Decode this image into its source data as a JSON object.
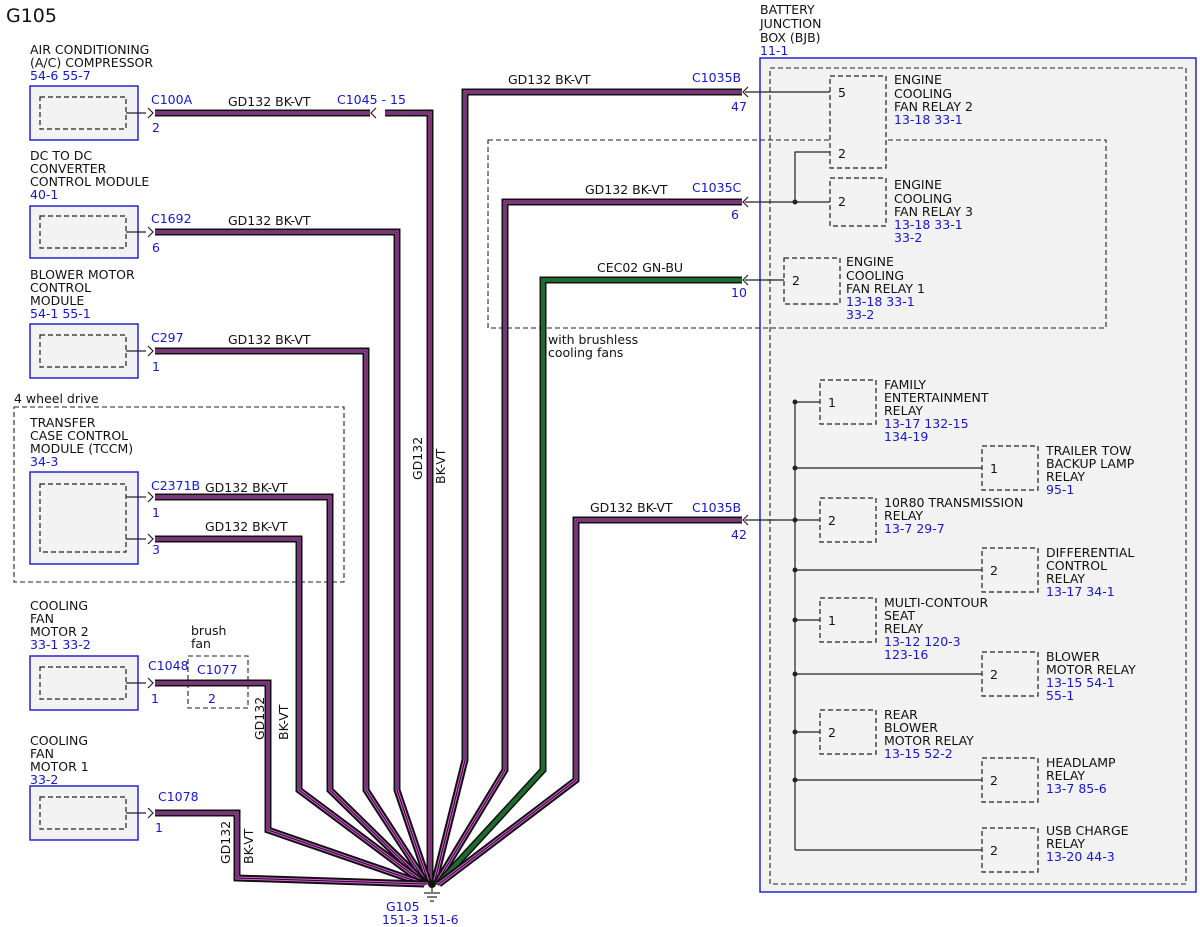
{
  "title": "G105",
  "wire_colors": {
    "bk_vt_outer": "#111111",
    "bk_vt_stripe": "#e05ce0",
    "gn_bu_outer": "#111111",
    "gn_bu_fill": "#1e6b2e",
    "ref_blue": "#1616cc"
  },
  "components": {
    "ac_compressor": {
      "name1": "AIR CONDITIONING",
      "name2": "(A/C) COMPRESSOR",
      "ref": "54-6   55-7",
      "connector": "C100A",
      "pin": "2",
      "wire": "GD132   BK-VT",
      "inline_connector": "C1045 - 15"
    },
    "dcdc": {
      "name1": "DC TO DC",
      "name2": "CONVERTER",
      "name3": "CONTROL MODULE",
      "ref": "40-1",
      "connector": "C1692",
      "pin": "6",
      "wire": "GD132   BK-VT"
    },
    "blower_module": {
      "name1": "BLOWER MOTOR",
      "name2": "CONTROL",
      "name3": "MODULE",
      "ref": "54-1   55-1",
      "connector": "C297",
      "pin": "1",
      "wire": "GD132   BK-VT"
    },
    "tccm": {
      "option": "4 wheel drive",
      "name1": "TRANSFER",
      "name2": "CASE CONTROL",
      "name3": "MODULE (TCCM)",
      "ref": "34-3",
      "connector": "C2371B",
      "pin1": "1",
      "pin2": "3",
      "wire1": "GD132   BK-VT",
      "wire2": "GD132   BK-VT"
    },
    "fan2": {
      "name1": "COOLING",
      "name2": "FAN",
      "name3": "MOTOR 2",
      "ref": "33-1   33-2",
      "connector": "C1048",
      "pin": "1",
      "option1": "brush",
      "option2": "fan",
      "inline_connector": "C1077",
      "inline_pin": "2"
    },
    "fan1": {
      "name1": "COOLING",
      "name2": "FAN",
      "name3": "MOTOR 1",
      "ref": "33-2",
      "connector": "C1078",
      "pin": "1"
    }
  },
  "vertical_wire_labels": {
    "a1": "GD132",
    "a2": "BK-VT",
    "b1": "GD132",
    "b2": "BK-VT",
    "c1": "GD132",
    "c2": "BK-VT"
  },
  "ground": {
    "name": "G105",
    "ref": "151-3 151-6"
  },
  "bjb": {
    "name1": "BATTERY",
    "name2": "JUNCTION",
    "name3": "BOX (BJB)",
    "ref": "11-1",
    "connectors": {
      "top": {
        "name": "C1035B",
        "pin": "47",
        "wire": "GD132   BK-VT"
      },
      "mid": {
        "name": "C1035C",
        "pin": "6",
        "wire": "GD132   BK-VT"
      },
      "green": {
        "pin": "10",
        "wire": "CEC02   GN-BU"
      },
      "bottom": {
        "name": "C1035B",
        "pin": "42",
        "wire": "GD132   BK-VT"
      }
    },
    "brushless_note1": "with brushless",
    "brushless_note2": "cooling fans",
    "relays": {
      "ecfr2": {
        "pin_a": "5",
        "pin_b": "2",
        "l1": "ENGINE",
        "l2": "COOLING",
        "l3": "FAN RELAY 2",
        "ref1": "13-18 33-1"
      },
      "ecfr3": {
        "pin": "2",
        "l1": "ENGINE",
        "l2": "COOLING",
        "l3": "FAN RELAY 3",
        "ref1": "13-18 33-1",
        "ref2": "33-2"
      },
      "ecfr1": {
        "pin": "2",
        "l1": "ENGINE",
        "l2": "COOLING",
        "l3": "FAN RELAY 1",
        "ref1": "13-18 33-1",
        "ref2": "33-2"
      },
      "family": {
        "pin": "1",
        "l1": "FAMILY",
        "l2": "ENTERTAINMENT",
        "l3": "RELAY",
        "ref1": "13-17   132-15",
        "ref2": "134-19"
      },
      "trailer": {
        "pin": "1",
        "l1": "TRAILER TOW",
        "l2": "BACKUP LAMP",
        "l3": "RELAY",
        "ref1": "95-1"
      },
      "trans": {
        "pin": "2",
        "l1": "10R80 TRANSMISSION",
        "l2": "RELAY",
        "ref1": "13-7    29-7"
      },
      "diff": {
        "pin": "2",
        "l1": "DIFFERENTIAL",
        "l2": "CONTROL",
        "l3": "RELAY",
        "ref1": "13-17 34-1"
      },
      "seat": {
        "pin": "1",
        "l1": "MULTI-CONTOUR",
        "l2": "SEAT",
        "l3": "RELAY",
        "ref1": "13-12 120-3",
        "ref2": "123-16"
      },
      "blower": {
        "pin": "2",
        "l1": "BLOWER",
        "l2": "MOTOR RELAY",
        "ref1": "13-15 54-1",
        "ref2": "55-1"
      },
      "rear": {
        "pin": "2",
        "l1": "REAR",
        "l2": "BLOWER",
        "l3": "MOTOR RELAY",
        "ref1": "13-15 52-2"
      },
      "headlamp": {
        "pin": "2",
        "l1": "HEADLAMP",
        "l2": "RELAY",
        "ref1": "13-7    85-6"
      },
      "usb": {
        "pin": "2",
        "l1": "USB CHARGE",
        "l2": "RELAY",
        "ref1": "13-20 44-3"
      }
    }
  }
}
